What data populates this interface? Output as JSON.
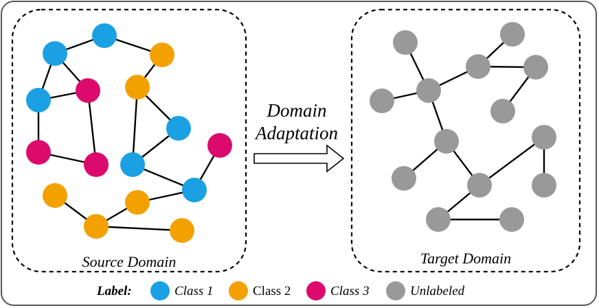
{
  "colors": {
    "class1": "#1aa0e3",
    "class2": "#f2a100",
    "class3": "#dd0a6d",
    "unlabeled": "#999999",
    "frame": "#555555",
    "edge": "#000000"
  },
  "arrow": {
    "line1": "Domain",
    "line2": "Adaptation"
  },
  "source": {
    "label": "Source Domain"
  },
  "target": {
    "label": "Target Domain"
  },
  "legend": {
    "title": "Label:",
    "items": [
      {
        "label": "Class 1",
        "color_key": "class1",
        "italic": true
      },
      {
        "label": "Class 2",
        "color_key": "class2",
        "italic": false
      },
      {
        "label": "Class 3",
        "color_key": "class3",
        "italic": true
      },
      {
        "label": "Unlabeled",
        "color_key": "unlabeled",
        "italic": true
      }
    ]
  }
}
